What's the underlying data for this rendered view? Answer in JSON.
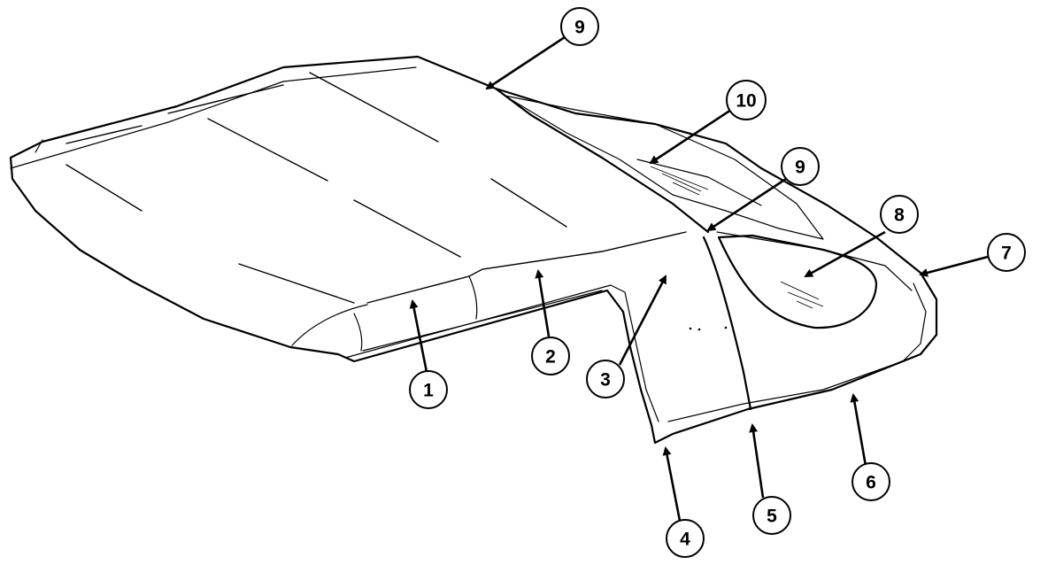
{
  "diagram": {
    "callouts": [
      {
        "id": "c1",
        "label": "1"
      },
      {
        "id": "c2",
        "label": "2"
      },
      {
        "id": "c3",
        "label": "3"
      },
      {
        "id": "c4",
        "label": "4"
      },
      {
        "id": "c5",
        "label": "5"
      },
      {
        "id": "c6",
        "label": "6"
      },
      {
        "id": "c7",
        "label": "7"
      },
      {
        "id": "c8",
        "label": "8"
      },
      {
        "id": "c9a",
        "label": "9"
      },
      {
        "id": "c9b",
        "label": "9"
      },
      {
        "id": "c10",
        "label": "10"
      }
    ]
  }
}
